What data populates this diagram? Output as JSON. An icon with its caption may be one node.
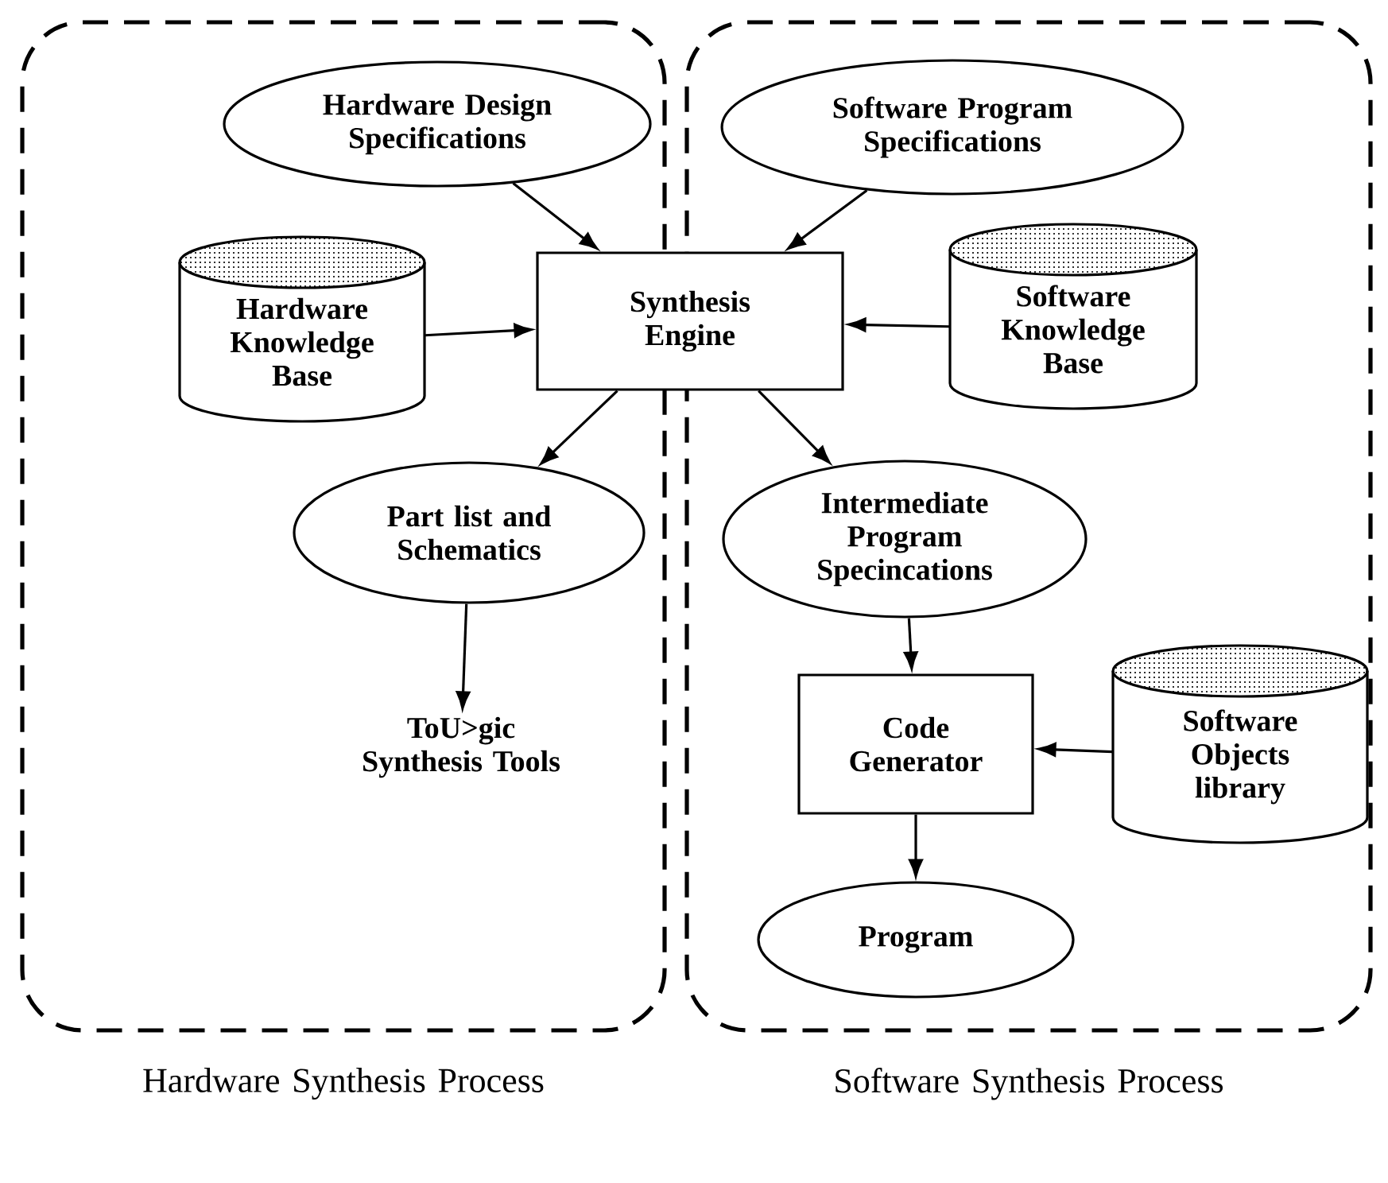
{
  "diagram": {
    "nodes": [
      {
        "text": [
          "Hardware Synthesis Process"
        ]
      },
      {
        "text": [
          "Software Synthesis Process"
        ]
      },
      {
        "text": [
          "Hardware Design Specifications"
        ],
        "in": 0
      },
      {
        "text": [
          "Software Program Specifications"
        ],
        "in": 1
      },
      {
        "text": [
          "Hardware Knowledge Base"
        ],
        "in": 0
      },
      {
        "text": [
          "Synthesis Engine"
        ]
      },
      {
        "text": [
          "Software Knowledge Base"
        ],
        "in": 1
      },
      {
        "text": [
          "Part list and Schematics"
        ],
        "in": 0
      },
      {
        "text": [
          "ToU>gic Synthesis Tools"
        ],
        "in": 0
      },
      {
        "text": [
          "Intermediate Program Specincations"
        ],
        "in": 1
      },
      {
        "text": [
          "Code Generator"
        ],
        "in": 1
      },
      {
        "text": [
          "Software Objects library"
        ],
        "in": 1
      },
      {
        "text": [
          "Program"
        ],
        "in": 1
      }
    ],
    "edges": [
      {
        "from": 2,
        "to": 5,
        "arrow": "to"
      },
      {
        "from": 3,
        "to": 5,
        "arrow": "to"
      },
      {
        "from": 4,
        "to": 5,
        "arrow": "to"
      },
      {
        "from": 6,
        "to": 5,
        "arrow": "to"
      },
      {
        "from": 5,
        "to": 7,
        "arrow": "to"
      },
      {
        "from": 5,
        "to": 9,
        "arrow": "to"
      },
      {
        "from": 7,
        "to": 8,
        "arrow": "to"
      },
      {
        "from": 9,
        "to": 10,
        "arrow": "to"
      },
      {
        "from": 11,
        "to": 10,
        "arrow": "to"
      },
      {
        "from": 10,
        "to": 12,
        "arrow": "to"
      }
    ]
  }
}
